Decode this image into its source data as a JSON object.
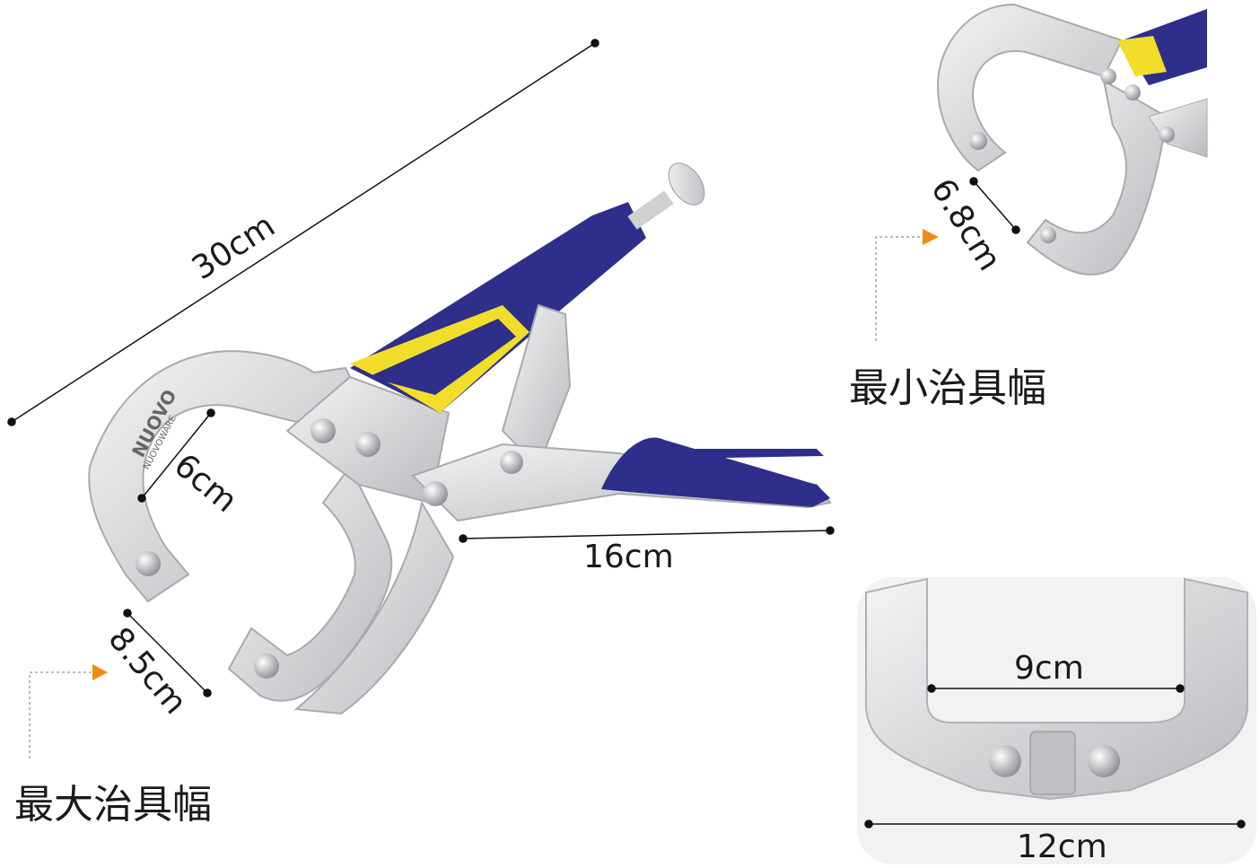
{
  "brand": {
    "logo": "NUOVO",
    "sublogo": "NUOVOWARE"
  },
  "dimensions": {
    "overall_length": "30cm",
    "jaw_depth": "6cm",
    "handle_length": "16cm",
    "max_opening": "8.5cm",
    "min_opening": "6.8cm",
    "inner_width": "9cm",
    "outer_width": "12cm"
  },
  "captions": {
    "max_capacity": "最大治具幅",
    "min_capacity": "最小治具幅"
  },
  "colors": {
    "handle_blue": "#2e2f8a",
    "handle_yellow": "#f2de2a",
    "steel": "#d9dadc",
    "arrow_orange": "#f08a12"
  }
}
